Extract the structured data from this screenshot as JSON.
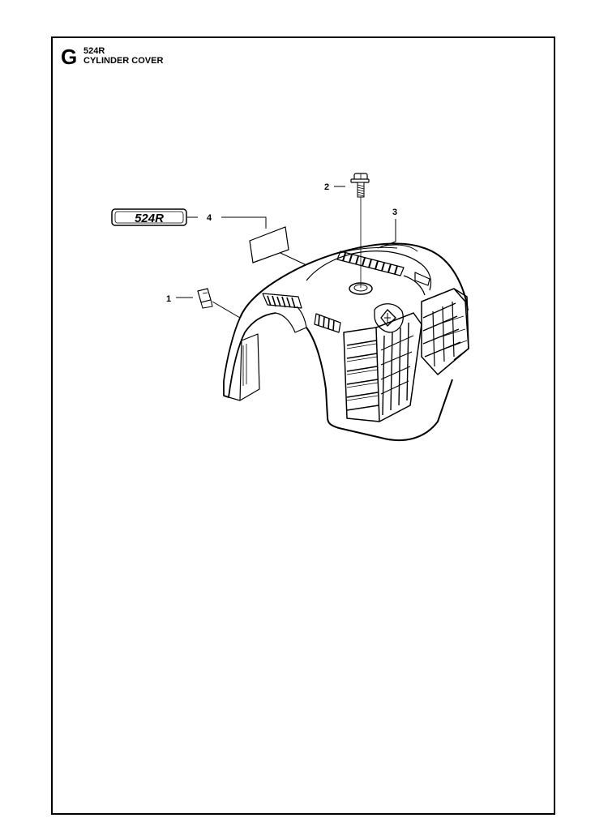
{
  "header": {
    "section_letter": "G",
    "model": "524R",
    "title": "CYLINDER COVER"
  },
  "decal": {
    "text": "524R"
  },
  "callouts": [
    {
      "id": "callout-1",
      "label": "1"
    },
    {
      "id": "callout-2",
      "label": "2"
    },
    {
      "id": "callout-3",
      "label": "3"
    },
    {
      "id": "callout-4",
      "label": "4"
    }
  ]
}
